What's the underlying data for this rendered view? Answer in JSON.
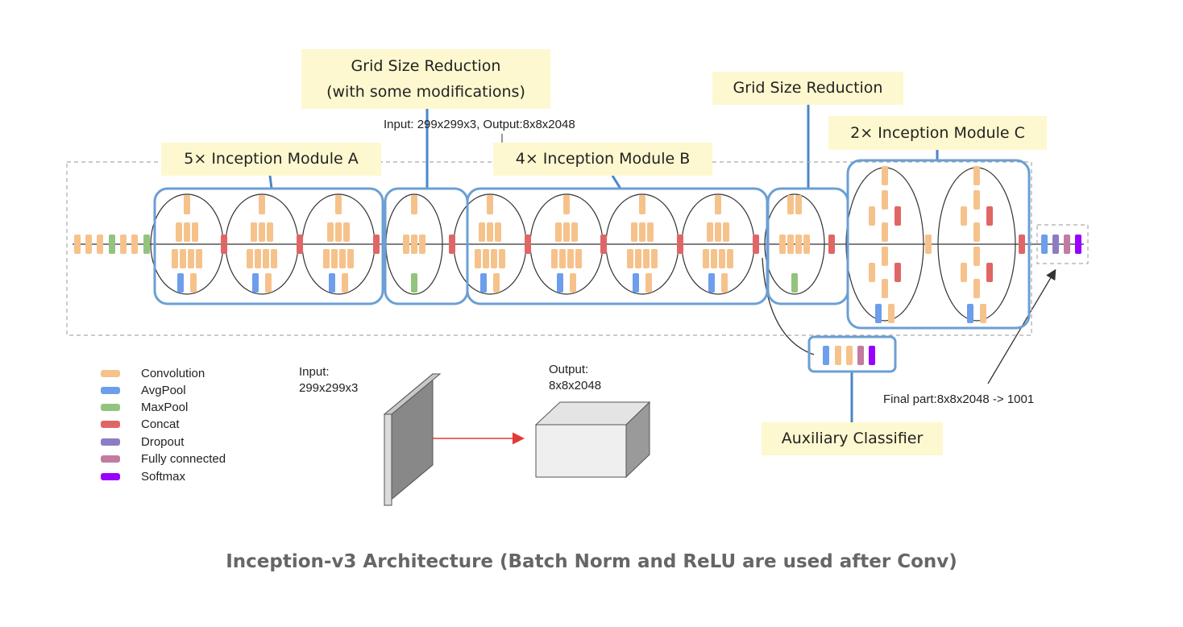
{
  "callouts": {
    "grid_reduction_1": "Grid Size Reduction",
    "grid_reduction_1_sub": "(with some modifications)",
    "grid_reduction_2": "Grid Size Reduction",
    "module_a": "5× Inception Module A",
    "module_b": "4× Inception Module B",
    "module_c": "2× Inception Module C",
    "auxiliary": "Auxiliary Classifier"
  },
  "io_text": "Input: 299x299x3, Output:8x8x2048",
  "final_part": "Final part:8x8x2048 -> 1001",
  "input_label": [
    "Input:",
    "299x299x3"
  ],
  "output_label": [
    "Output:",
    "8x8x2048"
  ],
  "legend": [
    {
      "label": "Convolution",
      "color": "#f6c28b"
    },
    {
      "label": "AvgPool",
      "color": "#6d9eeb"
    },
    {
      "label": "MaxPool",
      "color": "#93c47d"
    },
    {
      "label": "Concat",
      "color": "#e06666"
    },
    {
      "label": "Dropout",
      "color": "#8e7cc3"
    },
    {
      "label": "Fully connected",
      "color": "#c27ba0"
    },
    {
      "label": "Softmax",
      "color": "#9900ff"
    }
  ],
  "caption": "Inception-v3 Architecture (Batch Norm and ReLU are used after Conv)",
  "colors": {
    "module_border": "#6b9fd4",
    "callout_bg": "#fdf8cf",
    "connector": "#4a86c8",
    "arrow": "#e53935"
  }
}
